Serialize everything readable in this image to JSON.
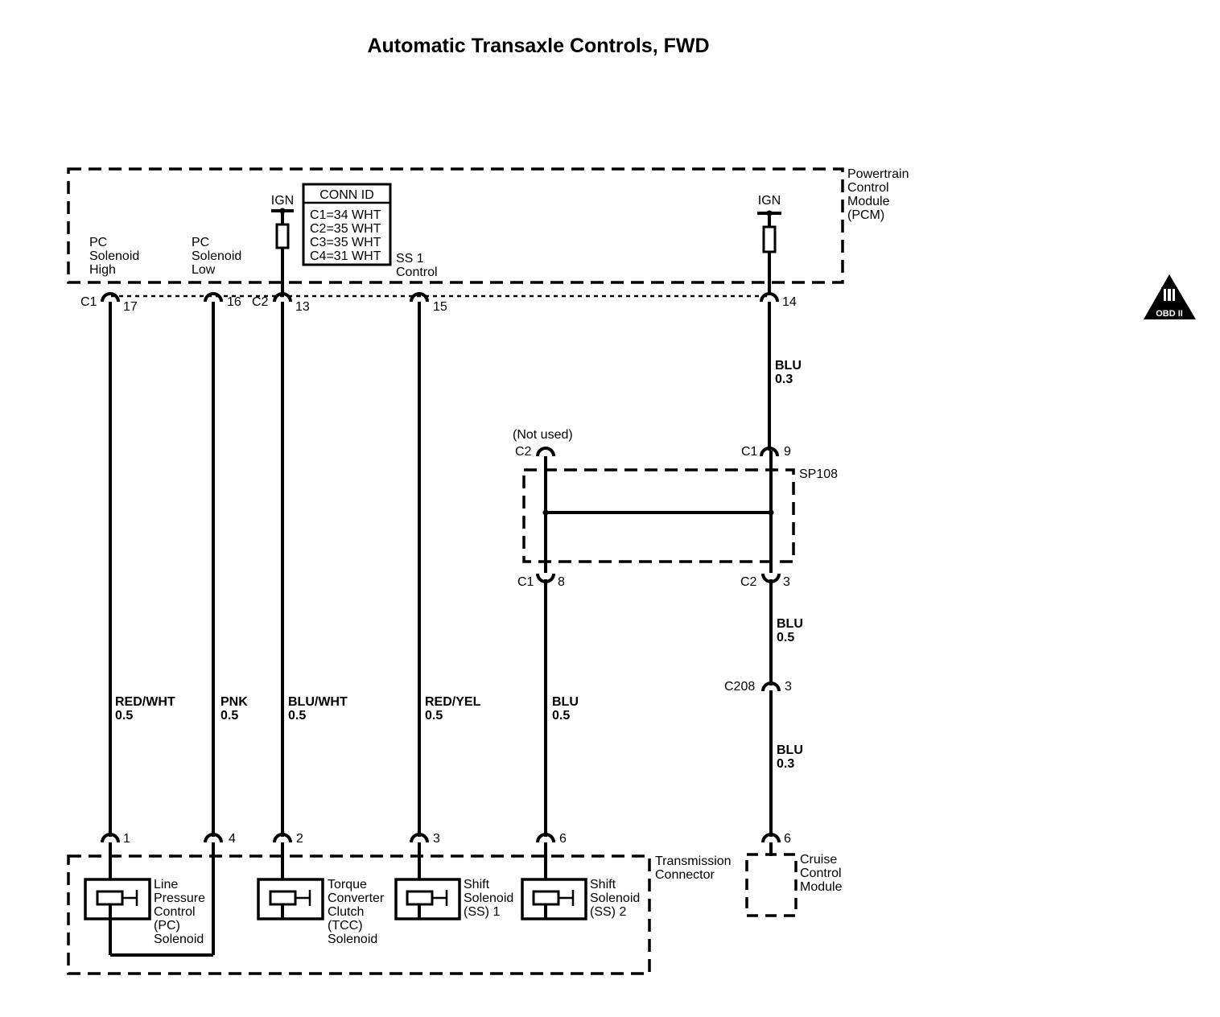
{
  "title": "Automatic Transaxle Controls, FWD",
  "pcm": {
    "lines": [
      "Powertrain",
      "Control",
      "Module",
      "(PCM)"
    ],
    "ign_left": "IGN",
    "ign_right": "IGN",
    "conn_id_header": "CONN ID",
    "conn_ids": [
      "C1=34 WHT",
      "C2=35 WHT",
      "C3=35 WHT",
      "C4=31 WHT"
    ],
    "pc_high": [
      "PC",
      "Solenoid",
      "High"
    ],
    "pc_low": [
      "PC",
      "Solenoid",
      "Low"
    ],
    "ss1_control": [
      "SS 1",
      "Control"
    ]
  },
  "pcm_pins": {
    "c1": "C1",
    "p17": "17",
    "p16": "16",
    "c2": "C2",
    "p13": "13",
    "p15": "15",
    "p14": "14"
  },
  "wires": {
    "red_wht": [
      "RED/WHT",
      "0.5"
    ],
    "pnk": [
      "PNK",
      "0.5"
    ],
    "blu_wht": [
      "BLU/WHT",
      "0.5"
    ],
    "red_yel": [
      "RED/YEL",
      "0.5"
    ],
    "blu_mid": [
      "BLU",
      "0.5"
    ],
    "blu_top_right": [
      "BLU",
      "0.3"
    ],
    "blu_mid_right": [
      "BLU",
      "0.5"
    ],
    "blu_low_right": [
      "BLU",
      "0.3"
    ]
  },
  "splice": {
    "name": "SP108",
    "not_used": "(Not used)",
    "top_left_conn": "C2",
    "top_right_conn": "C1",
    "top_right_pin": "9",
    "bottom_left_conn": "C1",
    "bottom_left_pin": "8",
    "bottom_right_conn": "C2",
    "bottom_right_pin": "3"
  },
  "c208": {
    "name": "C208",
    "pin": "3"
  },
  "trans_pins": {
    "p1": "1",
    "p4": "4",
    "p2": "2",
    "p3": "3",
    "p6": "6"
  },
  "transmission": {
    "lines": [
      "Transmission",
      "Connector"
    ],
    "line_pressure": [
      "Line",
      "Pressure",
      "Control",
      "(PC)",
      "Solenoid"
    ],
    "tcc": [
      "Torque",
      "Converter",
      "Clutch",
      "(TCC)",
      "Solenoid"
    ],
    "ss1": [
      "Shift",
      "Solenoid",
      "(SS) 1"
    ],
    "ss2": [
      "Shift",
      "Solenoid",
      "(SS) 2"
    ]
  },
  "cruise": {
    "pin": "6",
    "lines": [
      "Cruise",
      "Control",
      "Module"
    ]
  },
  "obd_badge": {
    "symbol": "II",
    "text": "OBD II"
  }
}
